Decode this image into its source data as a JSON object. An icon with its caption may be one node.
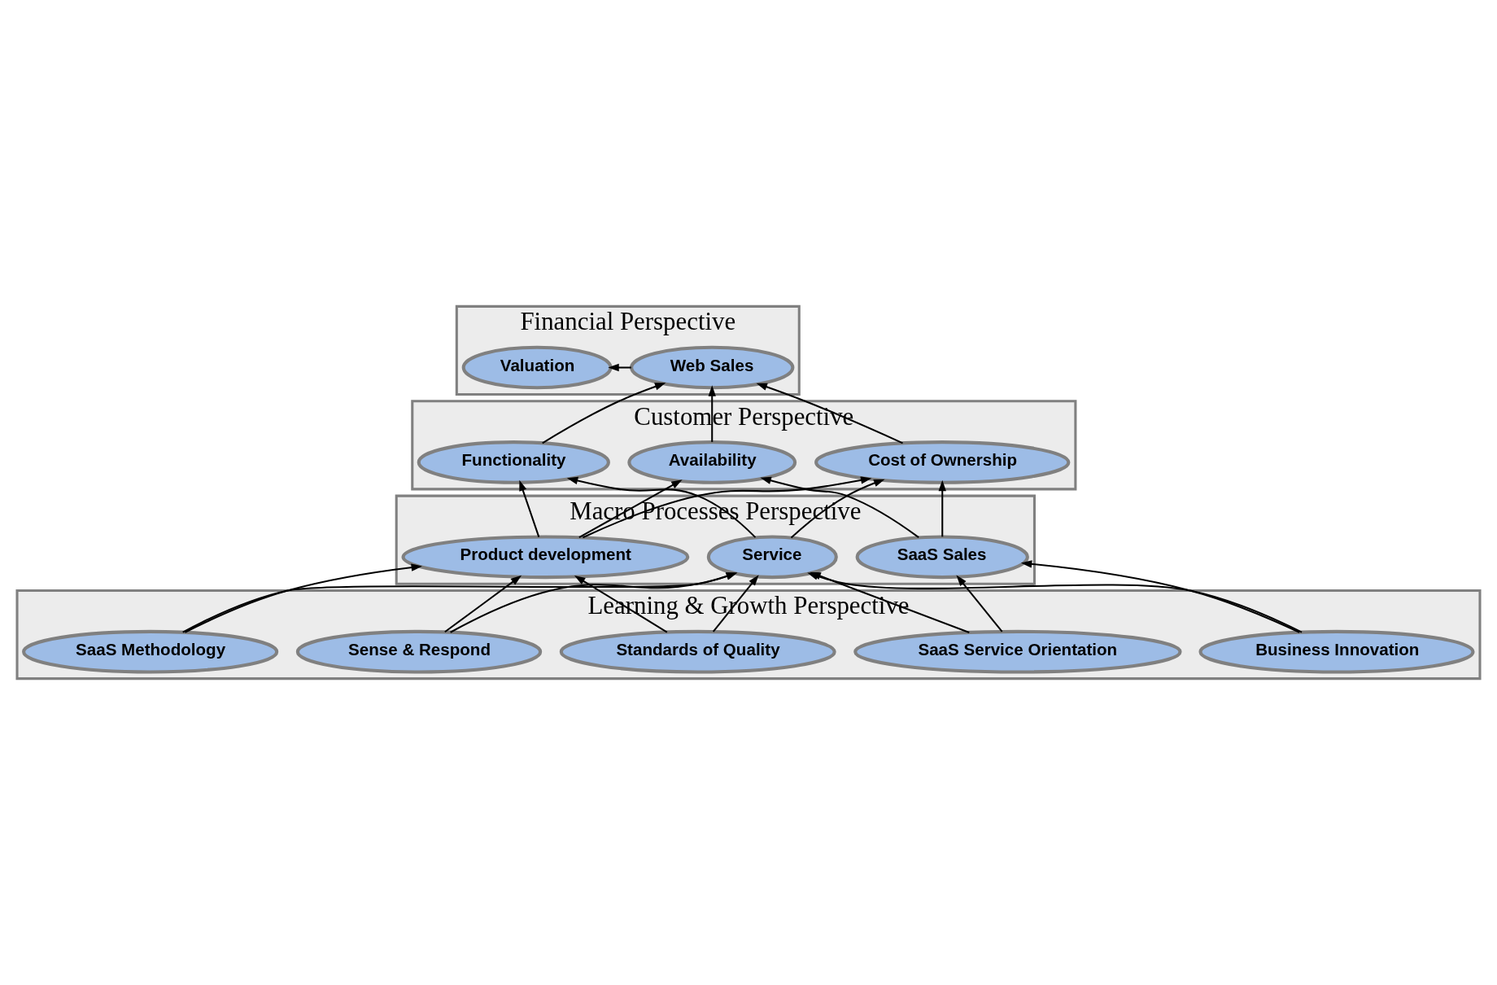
{
  "diagram": {
    "nodes": [
      {
        "text": [
          "Financial Perspective"
        ]
      },
      {
        "text": [
          "Web Sales"
        ],
        "in": 0
      },
      {
        "text": [
          "Valuation"
        ],
        "in": 0
      },
      {
        "text": [
          "Customer Perspective"
        ]
      },
      {
        "text": [
          "Availability"
        ],
        "in": 3
      },
      {
        "text": [
          "Cost of Ownership"
        ],
        "in": 3
      },
      {
        "text": [
          "Functionality"
        ],
        "in": 3
      },
      {
        "text": [
          "Macro Processes Perspective"
        ]
      },
      {
        "text": [
          "Product development"
        ],
        "in": 7
      },
      {
        "text": [
          "SaaS Sales"
        ],
        "in": 7
      },
      {
        "text": [
          "Service"
        ],
        "in": 7
      },
      {
        "text": [
          "Learning & Growth Perspective"
        ]
      },
      {
        "text": [
          "SaaS Methodology"
        ],
        "in": 11
      },
      {
        "text": [
          "Standards of Quality"
        ],
        "in": 11
      },
      {
        "text": [
          "Sense & Respond"
        ],
        "in": 11
      },
      {
        "text": [
          "SaaS Service Orientation"
        ],
        "in": 11
      },
      {
        "text": [
          "Business Innovation"
        ],
        "in": 11
      }
    ],
    "edges": [
      {
        "from": 1,
        "to": 2,
        "arrow": "to"
      },
      {
        "from": 4,
        "to": 1,
        "arrow": "to"
      },
      {
        "from": 5,
        "to": 1,
        "arrow": "to"
      },
      {
        "from": 6,
        "to": 1,
        "arrow": "to"
      },
      {
        "from": 8,
        "to": 4,
        "arrow": "to"
      },
      {
        "from": 8,
        "to": 5,
        "arrow": "to"
      },
      {
        "from": 8,
        "to": 6,
        "arrow": "to"
      },
      {
        "from": 9,
        "to": 4,
        "arrow": "to"
      },
      {
        "from": 9,
        "to": 5,
        "arrow": "to"
      },
      {
        "from": 10,
        "to": 5,
        "arrow": "to"
      },
      {
        "from": 10,
        "to": 6,
        "arrow": "to"
      },
      {
        "from": 12,
        "to": 8,
        "arrow": "to"
      },
      {
        "from": 12,
        "to": 10,
        "arrow": "to"
      },
      {
        "from": 13,
        "to": 8,
        "arrow": "to"
      },
      {
        "from": 13,
        "to": 10,
        "arrow": "to"
      },
      {
        "from": 14,
        "to": 8,
        "arrow": "to"
      },
      {
        "from": 14,
        "to": 10,
        "arrow": "to"
      },
      {
        "from": 15,
        "to": 9,
        "arrow": "to"
      },
      {
        "from": 16,
        "to": 9,
        "arrow": "to"
      },
      {
        "from": 15,
        "to": 10,
        "arrow": "to"
      },
      {
        "from": 16,
        "to": 10,
        "arrow": "to"
      }
    ]
  }
}
